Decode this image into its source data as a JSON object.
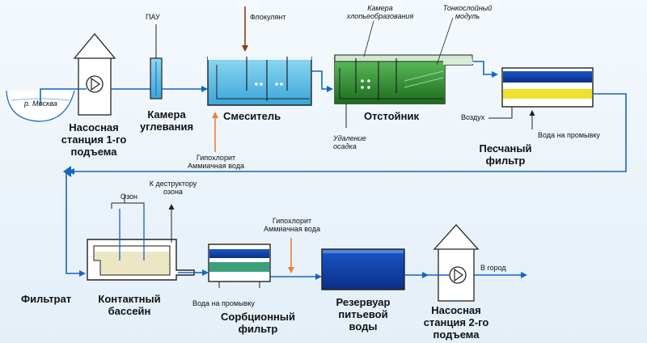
{
  "labels": {
    "river": "р. Москва",
    "pump1": "Насосная\nстанция 1-го\nподъема",
    "pau": "ПАУ",
    "carbon_chamber": "Камера\nуглевания",
    "flocculant": "Флокулянт",
    "mixer": "Смеситель",
    "hypochlorite_1": "Гипохлорит\nАммиачная вода",
    "floc_chamber": "Камера\nхлопьеобразования",
    "thin_layer": "Тонкослойный\nмодуль",
    "settler": "Отстойник",
    "sludge_removal": "Удаление\nосадка",
    "air": "Воздух",
    "wash_water_1": "Вода на промывку",
    "sand_filter": "Песчаный\nфильтр",
    "ozone": "Озон",
    "ozone_destructor": "К деструктору\nозона",
    "filtrate": "Фильтрат",
    "contact_basin": "Контактный\nбассейн",
    "wash_water_2": "Вода на промывку",
    "sorption_filter": "Сорбционный\nфильтр",
    "hypochlorite_2": "Гипохлорит\nАммиачная вода",
    "reservoir": "Резервуар\nпитьевой\nводы",
    "pump2": "Насосная\nстанция 2-го\nподъема",
    "to_city": "В город"
  },
  "colors": {
    "pipe": "#1565c0",
    "reagent": "#e8823c",
    "flocculant_arrow": "#8b3a1a",
    "water_light": "#5bc5e8",
    "water_dark": "#0b3fa0",
    "settler_green": "#2e8b2e",
    "filter_yellow": "#f0e030",
    "filter_green": "#3aa07a"
  }
}
